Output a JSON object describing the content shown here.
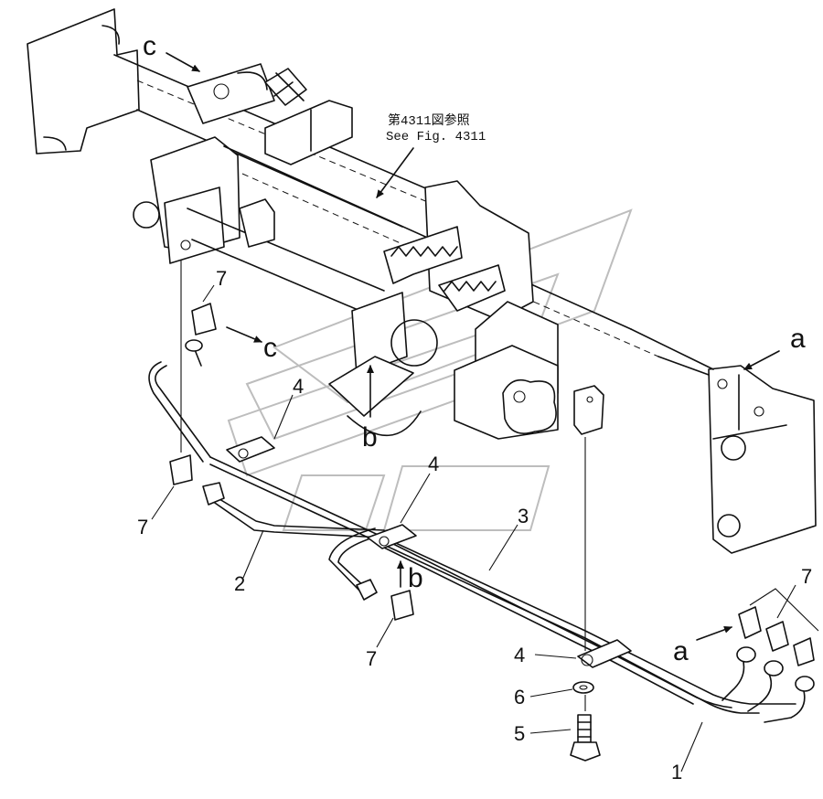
{
  "reference_note": {
    "line1": "第4311図参照",
    "line2": "See  Fig. 4311"
  },
  "part_numbers": [
    "1",
    "2",
    "3",
    "4",
    "5",
    "6",
    "7"
  ],
  "callouts": {
    "p1": "1",
    "p2": "2",
    "p3": "3",
    "p4_a": "4",
    "p4_b": "4",
    "p4_c": "4",
    "p5": "5",
    "p6": "6",
    "p7_a": "7",
    "p7_b": "7",
    "p7_c": "7",
    "p7_d": "7"
  },
  "view_markers": {
    "a_top": "a",
    "a_bottom": "a",
    "b_top": "b",
    "b_bottom": "b",
    "c_top": "c",
    "c_bottom": "c"
  }
}
